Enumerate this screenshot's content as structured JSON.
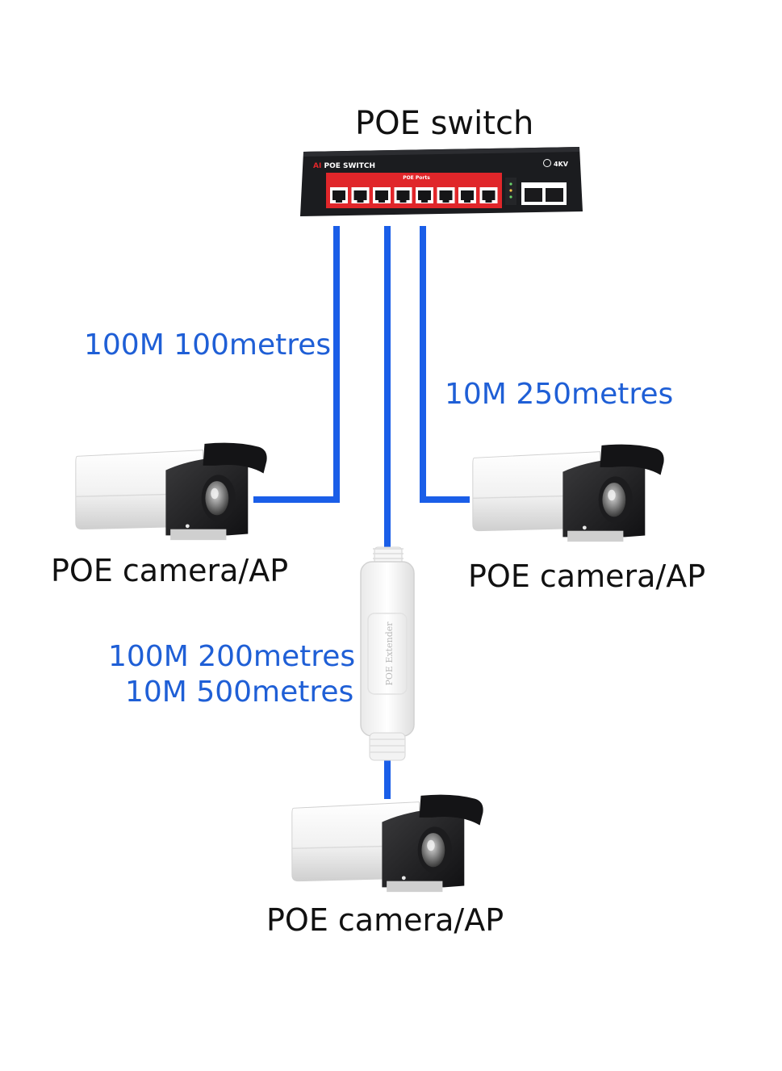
{
  "diagram": {
    "switch_title": "POE switch",
    "switch_device": {
      "brand_text": "POE SWITCH",
      "ports_header": "POE Ports",
      "badge_text": "4KV"
    },
    "cable_labels": {
      "left": "100M 100metres",
      "right": "10M 250metres",
      "extender_line1": "100M 200metres",
      "extender_line2": "10M 500metres"
    },
    "extender_text": "POE Extender",
    "cameras": [
      {
        "label": "POE camera/AP"
      },
      {
        "label": "POE camera/AP"
      },
      {
        "label": "POE camera/AP"
      }
    ],
    "colors": {
      "cable": "#1a5ee8",
      "label_blue": "#1f5fd6",
      "switch_body": "#1b1c1f",
      "port_panel": "#e0262a"
    }
  }
}
